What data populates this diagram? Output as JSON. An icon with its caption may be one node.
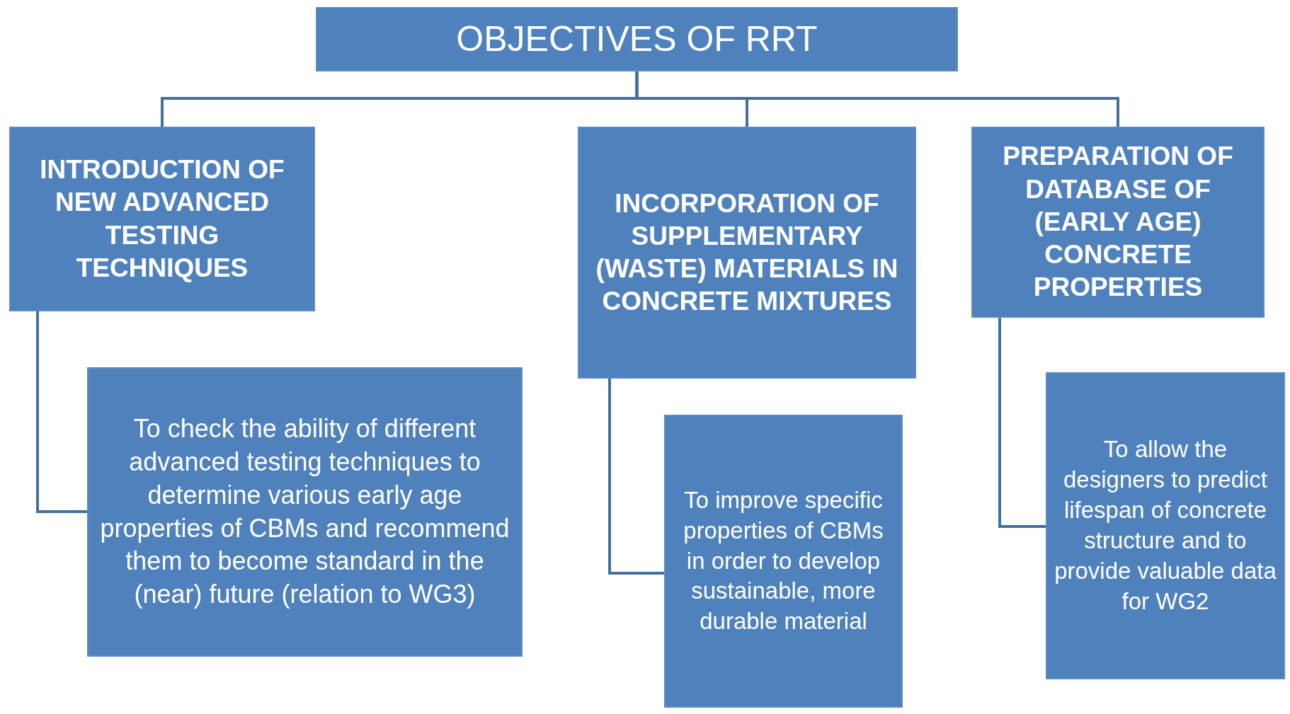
{
  "diagram": {
    "nodes": [
      {
        "text": [
          "OBJECTIVES OF RRT"
        ]
      },
      {
        "text": [
          "INTRODUCTION OF NEW ADVANCED TESTING TECHNIQUES"
        ]
      },
      {
        "text": [
          "INCORPORATION OF SUPPLEMENTARY (WASTE) MATERIALS IN CONCRETE MIXTURES"
        ]
      },
      {
        "text": [
          "PREPARATION OF DATABASE OF (EARLY AGE) CONCRETE PROPERTIES"
        ]
      },
      {
        "text": [
          "To check the ability of different advanced testing techniques to determine various early age properties of CBMs and recommend them to become standard in the (near) future (relation to WG3)"
        ]
      },
      {
        "text": [
          "To improve specific properties of CBMs in order to develop sustainable, more durable material"
        ]
      },
      {
        "text": [
          "To allow the designers to predict lifespan of concrete structure and to provide valuable data for WG2"
        ]
      }
    ],
    "edges": [
      {
        "from": 0,
        "to": 1,
        "arrow": "none"
      },
      {
        "from": 0,
        "to": 2,
        "arrow": "none"
      },
      {
        "from": 0,
        "to": 3,
        "arrow": "none"
      },
      {
        "from": 1,
        "to": 4,
        "arrow": "none"
      },
      {
        "from": 2,
        "to": 5,
        "arrow": "none"
      },
      {
        "from": 3,
        "to": 6,
        "arrow": "none"
      }
    ]
  }
}
